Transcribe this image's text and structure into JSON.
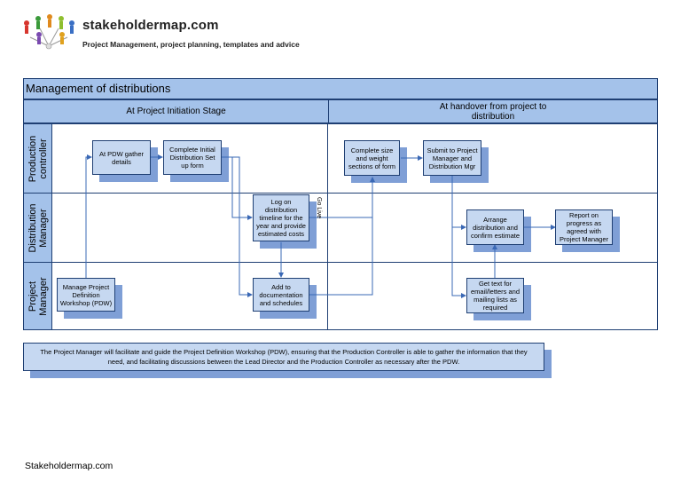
{
  "brand": {
    "title": "stakeholdermap.com",
    "tagline": "Project Management, project planning, templates and advice"
  },
  "diagram": {
    "title": "Management of distributions",
    "stages": [
      "At Project Initiation Stage",
      "At handover from project to distribution"
    ],
    "lanes": [
      "Production controller",
      "Distribution Manager",
      "Project Manager"
    ],
    "boxes": {
      "pdw_gather": "At PDW gather details",
      "initial_form": "Complete Initial Distribution Set up form",
      "log_timeline": "Log on distribution timeline for the year and provide estimated costs",
      "add_docs": "Add to documentation and schedules",
      "manage_pdw": "Manage Project Definition Workshop (PDW)",
      "complete_size": "Complete size and weight sections of form",
      "submit_pm": "Submit to Project Manager and Distribution Mgr",
      "arrange": "Arrange distribution and confirm estimate",
      "report": "Report on progress as agreed with Project Manager",
      "get_text": "Get text for email/letters and mailing lists as required"
    },
    "rotated_label": "Go Live",
    "note": "The Project Manager will facilitate and guide the Project Definition Workshop (PDW), ensuring that the Production Controller is able to gather the information that they need, and facilitating discussions between the Lead Director and the Production Controller as necessary after the PDW."
  },
  "footer": "Stakeholdermap.com",
  "colors": {
    "lane_fill": "#a4c2ea",
    "box_fill": "#c6d8f1",
    "shadow": "#7f9fd6",
    "line": "#1f3f73",
    "arrow": "#3a68b5"
  }
}
